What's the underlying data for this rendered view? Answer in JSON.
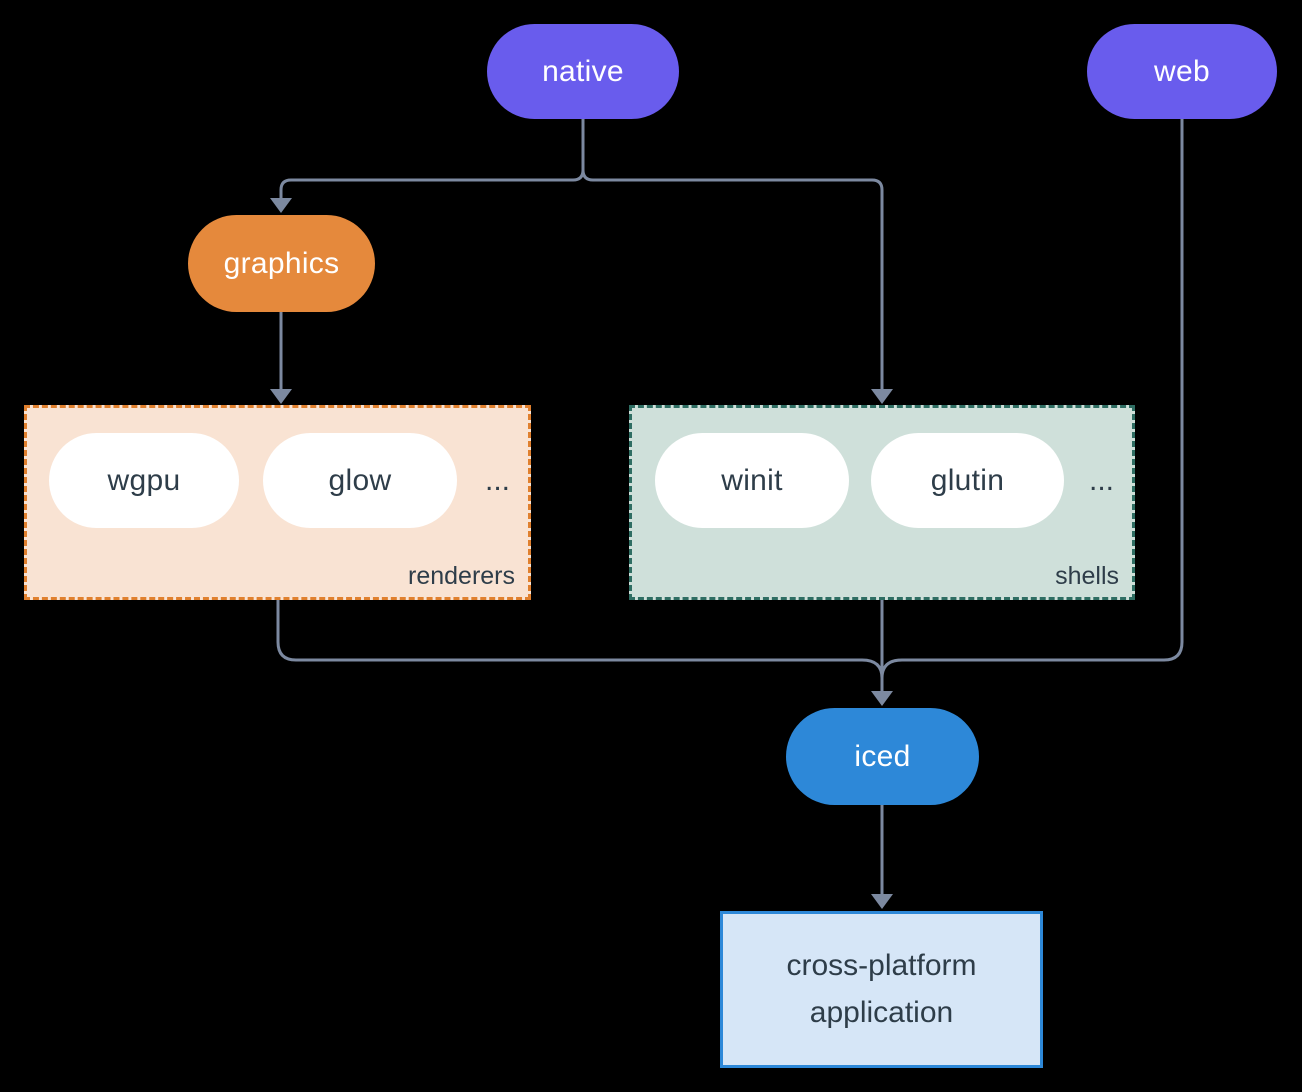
{
  "diagram": {
    "nodes": {
      "native": {
        "label": "native"
      },
      "web": {
        "label": "web"
      },
      "graphics": {
        "label": "graphics"
      },
      "iced": {
        "label": "iced"
      },
      "app": {
        "label": "cross-platform application"
      }
    },
    "groups": {
      "renderers": {
        "label": "renderers",
        "items": [
          "wgpu",
          "glow"
        ],
        "ellipsis": "..."
      },
      "shells": {
        "label": "shells",
        "items": [
          "winit",
          "glutin"
        ],
        "ellipsis": "..."
      }
    },
    "colors": {
      "background": "#000000",
      "node_purple": "#695ced",
      "node_orange": "#e5893c",
      "node_blue": "#2d88d8",
      "renderers_fill": "#f9e3d3",
      "renderers_border": "#e0802e",
      "shells_fill": "#cfe0da",
      "shells_border": "#2f6e63",
      "app_fill": "#d6e6f7",
      "app_border": "#2d88d8",
      "pill_white": "#ffffff",
      "dark_text": "#2e3d49",
      "connector": "#7c89a0"
    }
  }
}
